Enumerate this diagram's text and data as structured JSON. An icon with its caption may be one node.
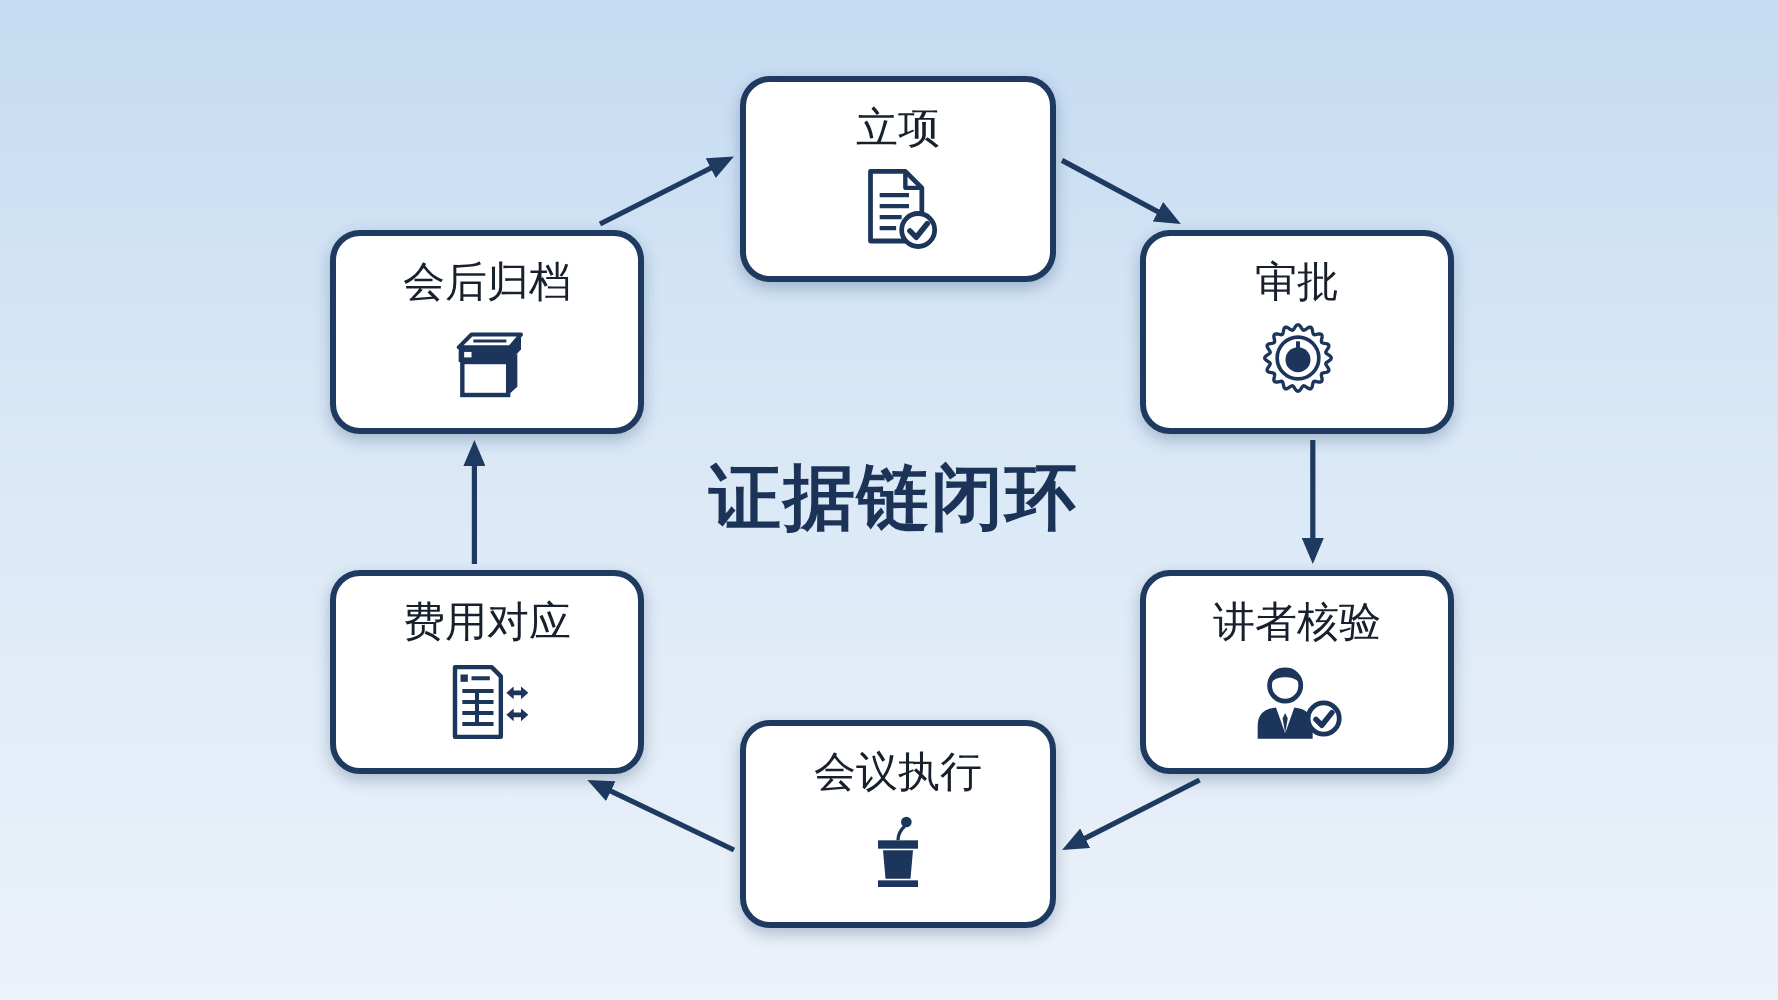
{
  "diagram": {
    "title": "证据链闭环",
    "nodes": [
      {
        "text": [
          "立项"
        ]
      },
      {
        "text": [
          "审批"
        ]
      },
      {
        "text": [
          "讲者核验"
        ]
      },
      {
        "text": [
          "会议执行"
        ]
      },
      {
        "text": [
          "费用对应"
        ]
      },
      {
        "text": [
          "会后归档"
        ]
      }
    ],
    "edges": [
      {
        "from": 0,
        "to": 1,
        "arrow": "to"
      },
      {
        "from": 1,
        "to": 2,
        "arrow": "to"
      },
      {
        "from": 2,
        "to": 3,
        "arrow": "to"
      },
      {
        "from": 3,
        "to": 4,
        "arrow": "to"
      },
      {
        "from": 4,
        "to": 5,
        "arrow": "to"
      },
      {
        "from": 5,
        "to": 0,
        "arrow": "to"
      }
    ]
  }
}
